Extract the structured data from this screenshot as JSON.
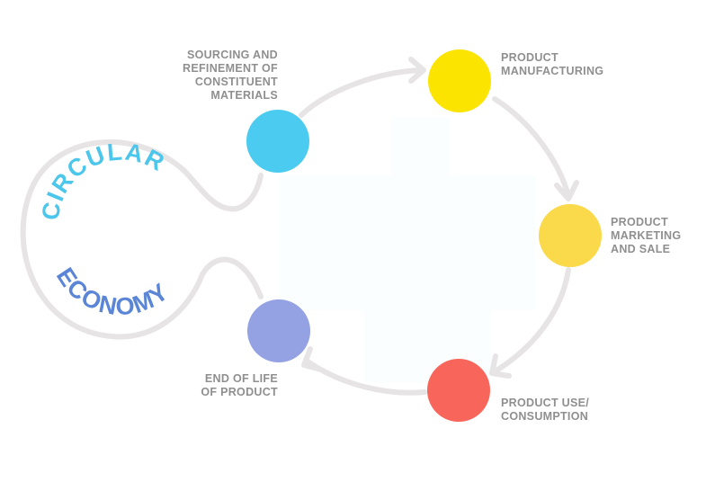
{
  "diagram": {
    "title_words": [
      "CIRCULAR",
      "ECONOMY"
    ],
    "colors": {
      "track": "#e6e4e4",
      "label_text": "#8f8f8f",
      "circular_word": "#4cc6ea",
      "economy_word": "#5b85d6"
    },
    "stages": [
      {
        "id": "sourcing",
        "lines": [
          "SOURCING AND",
          "REFINEMENT OF",
          "CONSTITUENT",
          "MATERIALS"
        ],
        "color": "#4bcbef"
      },
      {
        "id": "manufacturing",
        "lines": [
          "PRODUCT",
          "MANUFACTURING"
        ],
        "color": "#fbe400"
      },
      {
        "id": "marketing",
        "lines": [
          "PRODUCT",
          "MARKETING",
          "AND SALE"
        ],
        "color": "#fad94a"
      },
      {
        "id": "use",
        "lines": [
          "PRODUCT USE/",
          "CONSUMPTION"
        ],
        "color": "#f8655a"
      },
      {
        "id": "end",
        "lines": [
          "END OF LIFE",
          "OF PRODUCT"
        ],
        "color": "#94a2e4"
      }
    ]
  }
}
